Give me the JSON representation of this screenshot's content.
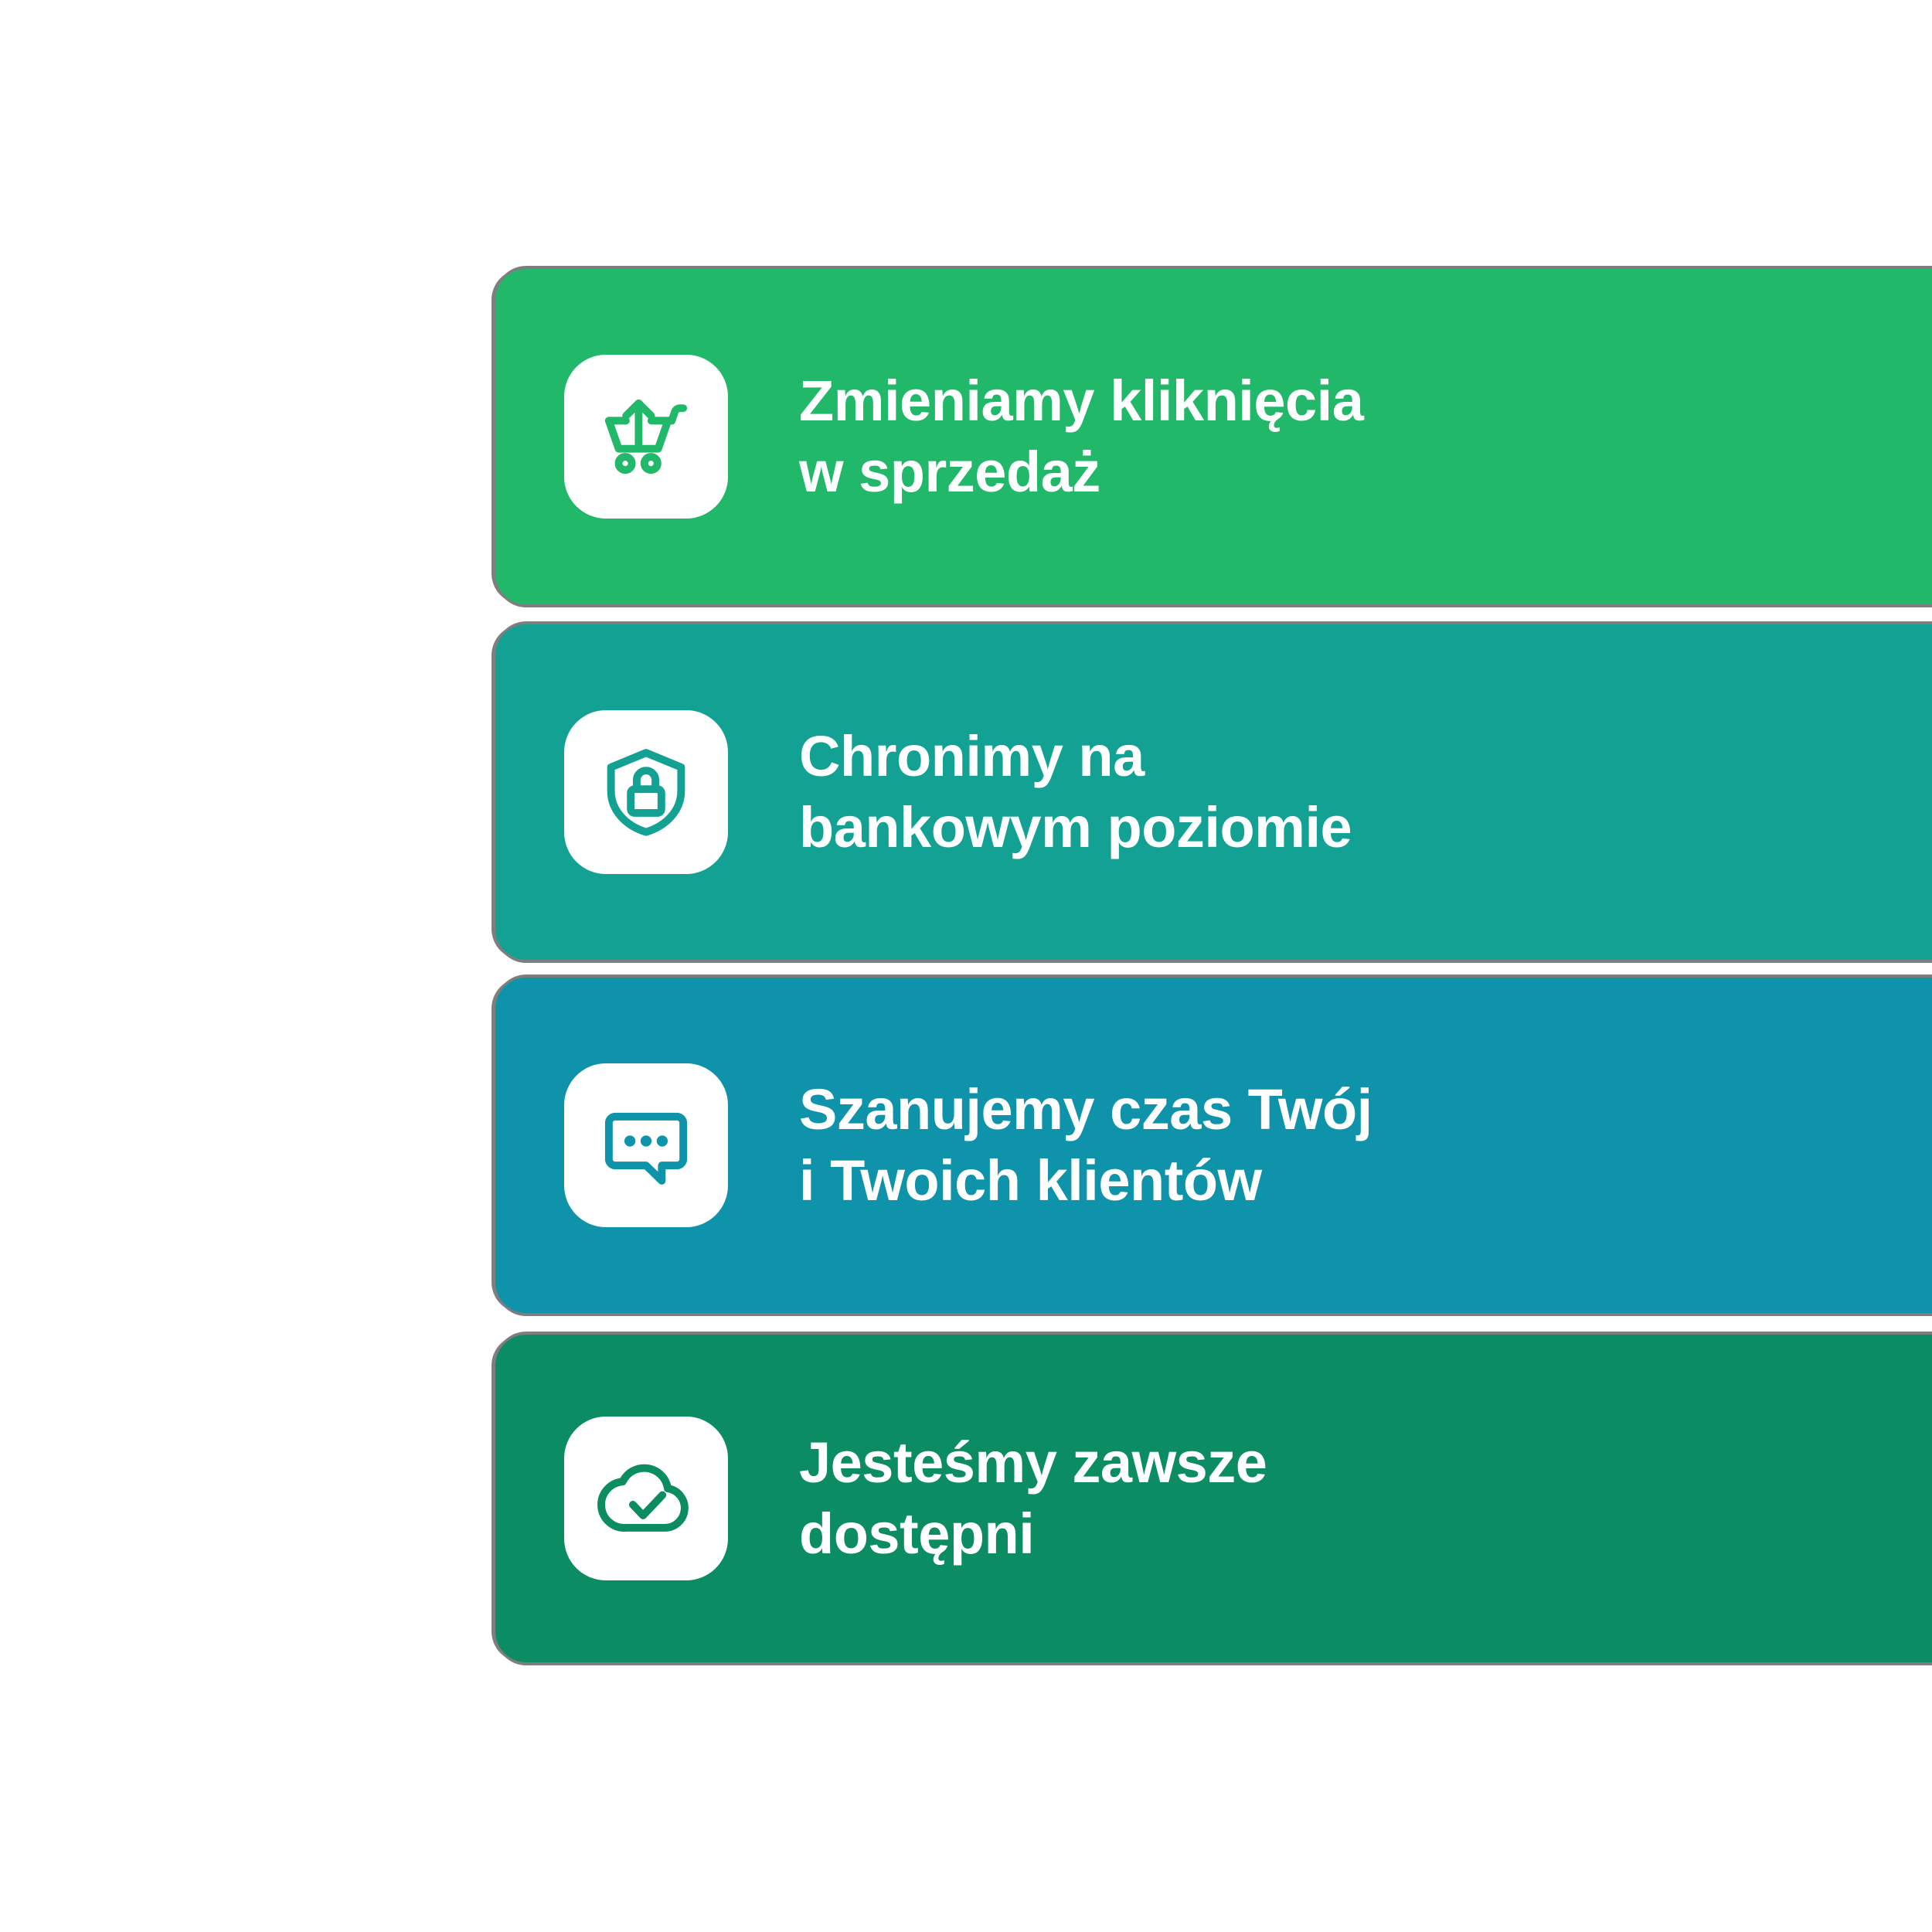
{
  "page": {
    "background_color": "#ffffff",
    "edge_shadow_color": "#7e7e80",
    "text_color": "#ffffff",
    "icon_tile_color": "#ffffff"
  },
  "cards": [
    {
      "id": "card-sales",
      "icon": "cart-upload-icon",
      "line1": "Zmieniamy kliknięcia",
      "line2": "w sprzedaż",
      "color": "#22b86a"
    },
    {
      "id": "card-security",
      "icon": "shield-lock-icon",
      "line1": "Chronimy na",
      "line2": "bankowym poziomie",
      "color": "#12a193"
    },
    {
      "id": "card-time",
      "icon": "chat-bubble-dots-icon",
      "line1": "Szanujemy czas Twój",
      "line2": "i Twoich klientów",
      "color": "#0e93ab"
    },
    {
      "id": "card-availability",
      "icon": "cloud-check-icon",
      "line1": "Jesteśmy zawsze",
      "line2": "dostępni",
      "color": "#0b8c63"
    }
  ]
}
